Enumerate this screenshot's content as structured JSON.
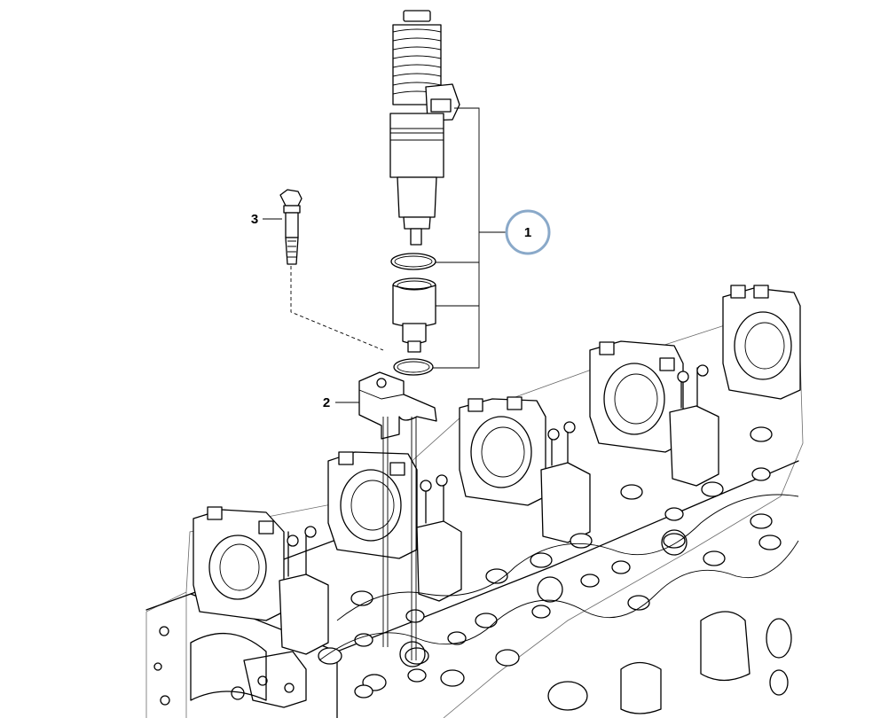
{
  "callouts": [
    {
      "label": "1",
      "highlighted": true
    },
    {
      "label": "2",
      "highlighted": false
    },
    {
      "label": "3",
      "highlighted": false
    }
  ],
  "colors": {
    "line": "#000000",
    "highlight_ring": "#8aa9c9",
    "background": "#ffffff"
  }
}
